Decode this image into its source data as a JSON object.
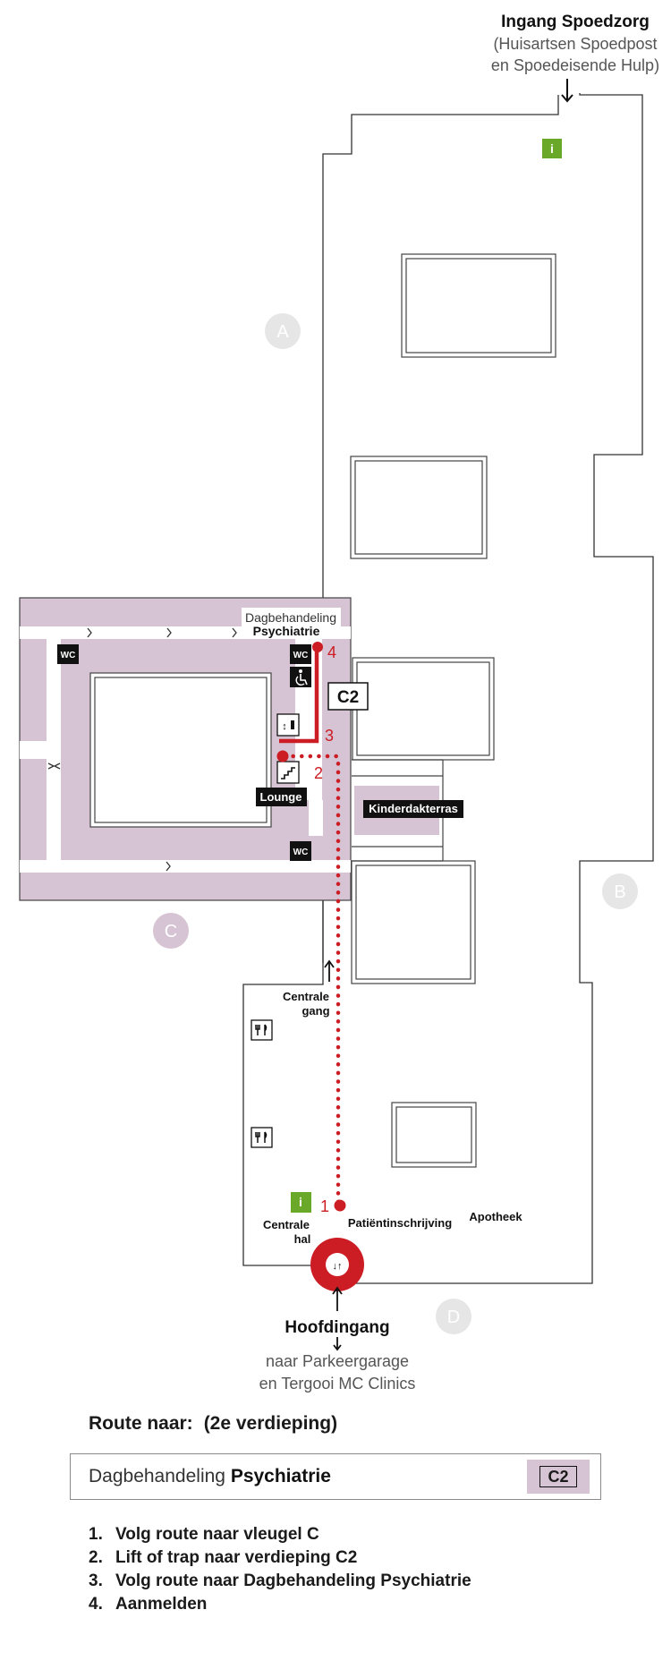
{
  "entrance_top": {
    "title": "Ingang Spoedzorg",
    "line1": "(Huisartsen Spoedpost",
    "line2": "en Spoedeisende Hulp)"
  },
  "wings": {
    "a": "A",
    "b": "B",
    "c": "C",
    "d": "D"
  },
  "info_label": "i",
  "wc_label": "WC",
  "dept": {
    "light": "Dagbehandeling",
    "bold": "Psychiatrie"
  },
  "floor_badge": "C2",
  "labels": {
    "lounge": "Lounge",
    "kinderdakterras": "Kinderdakterras",
    "centrale_gang_1": "Centrale",
    "centrale_gang_2": "gang",
    "centrale_hal_1": "Centrale",
    "centrale_hal_2": "hal",
    "patientinschrijving": "Patiëntinschrijving",
    "apotheek": "Apotheek"
  },
  "route_markers": [
    "1",
    "2",
    "3",
    "4"
  ],
  "main_entrance": {
    "title": "Hoofdingang",
    "line1": "naar Parkeergarage",
    "line2": "en Tergooi MC Clinics"
  },
  "route": {
    "heading": "Route naar:",
    "floor": "(2e verdieping)",
    "destination_light": "Dagbehandeling",
    "destination_bold": "Psychiatrie",
    "destination_tag": "C2"
  },
  "steps": [
    {
      "num": "1.",
      "text": "Volg route naar vleugel C"
    },
    {
      "num": "2.",
      "text": "Lift of trap naar verdieping C2"
    },
    {
      "num": "3.",
      "text": "Volg route naar Dagbehandeling Psychiatrie"
    },
    {
      "num": "4.",
      "text": "Aanmelden"
    }
  ],
  "colors": {
    "route": "#cc1d24",
    "wing_c": "#d6c3d3",
    "info": "#6aa82a",
    "wing_badge": "#e6e6e6"
  }
}
